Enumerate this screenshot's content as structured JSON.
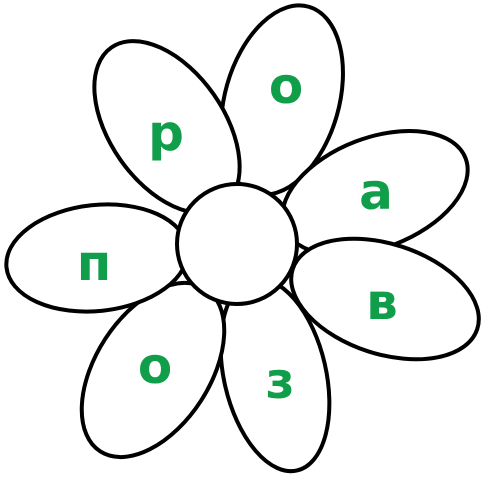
{
  "letter_color": "#119e4a",
  "petal_outline_color": "#000000",
  "petals": [
    {
      "id": "petal-1",
      "letter": "о"
    },
    {
      "id": "petal-2",
      "letter": "а"
    },
    {
      "id": "petal-3",
      "letter": "в"
    },
    {
      "id": "petal-4",
      "letter": "з"
    },
    {
      "id": "petal-5",
      "letter": "о"
    },
    {
      "id": "petal-6",
      "letter": "п"
    },
    {
      "id": "petal-7",
      "letter": "р"
    }
  ]
}
